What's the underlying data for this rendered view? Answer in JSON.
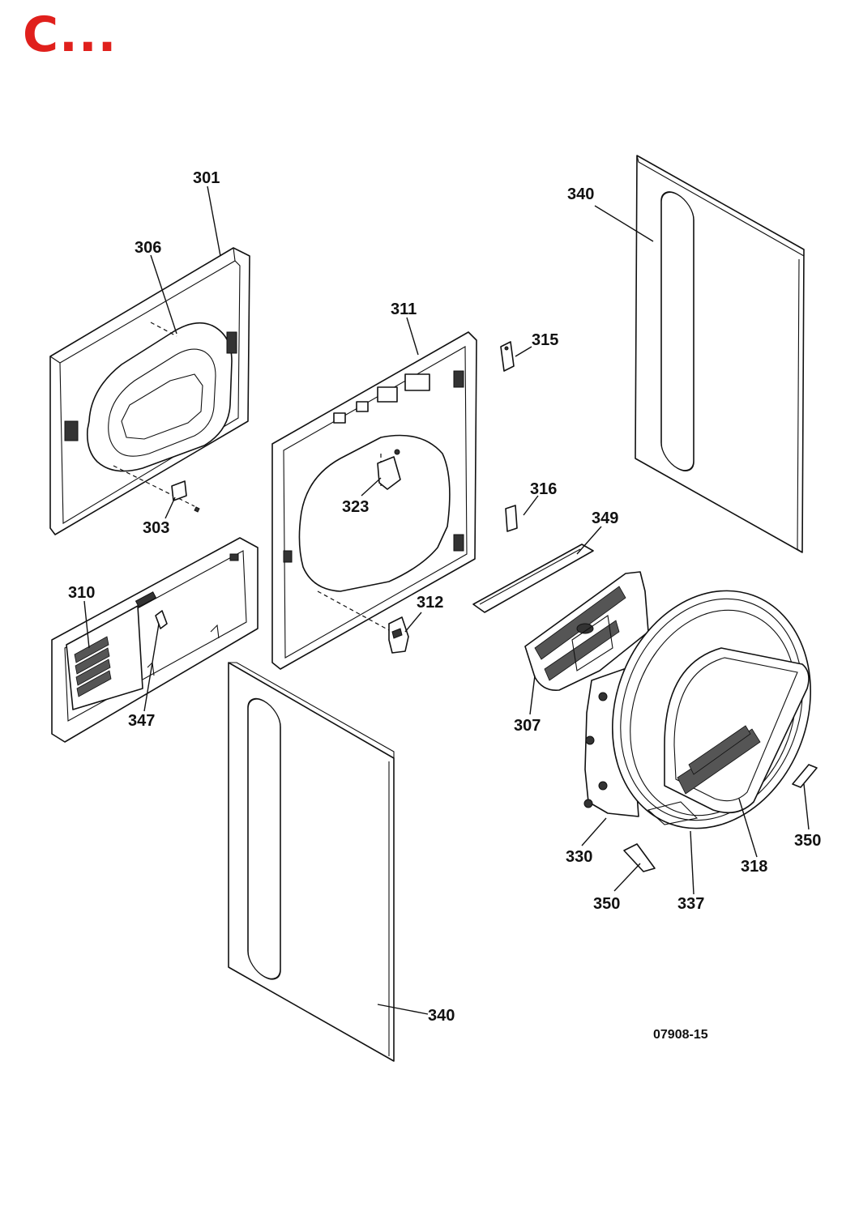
{
  "header": {
    "title": "C...",
    "title_color": "#e0201c"
  },
  "diagram": {
    "drawing_code": "07908-15",
    "callouts": [
      {
        "id": "c301",
        "label": "301"
      },
      {
        "id": "c306",
        "label": "306"
      },
      {
        "id": "c303",
        "label": "303"
      },
      {
        "id": "c311",
        "label": "311"
      },
      {
        "id": "c315",
        "label": "315"
      },
      {
        "id": "c316",
        "label": "316"
      },
      {
        "id": "c323",
        "label": "323"
      },
      {
        "id": "c312",
        "label": "312"
      },
      {
        "id": "c310",
        "label": "310"
      },
      {
        "id": "c347",
        "label": "347"
      },
      {
        "id": "c349",
        "label": "349"
      },
      {
        "id": "c340a",
        "label": "340"
      },
      {
        "id": "c340b",
        "label": "340"
      },
      {
        "id": "c307",
        "label": "307"
      },
      {
        "id": "c330",
        "label": "330"
      },
      {
        "id": "c318",
        "label": "318"
      },
      {
        "id": "c350a",
        "label": "350"
      },
      {
        "id": "c350b",
        "label": "350"
      },
      {
        "id": "c337",
        "label": "337"
      }
    ]
  }
}
